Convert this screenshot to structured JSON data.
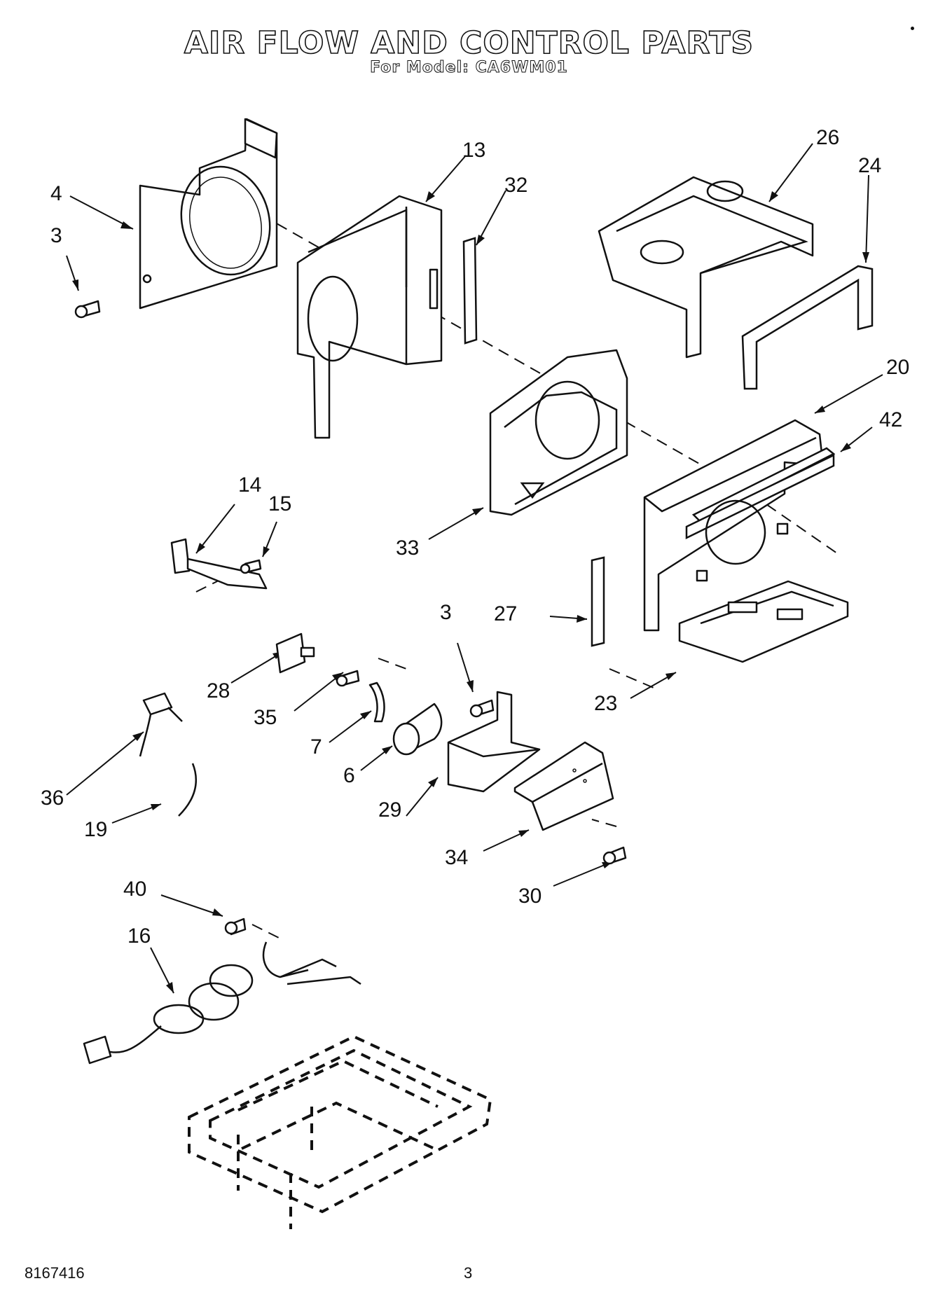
{
  "header": {
    "title": "AIR FLOW AND CONTROL PARTS",
    "subtitle": "For Model: CA6WM01"
  },
  "footer": {
    "document_number": "8167416",
    "page_number": "3"
  },
  "callouts": {
    "c4": "4",
    "c3a": "3",
    "c13": "13",
    "c32": "32",
    "c26": "26",
    "c24": "24",
    "c20": "20",
    "c42": "42",
    "c33": "33",
    "c14": "14",
    "c15": "15",
    "c27": "27",
    "c3b": "3",
    "c28": "28",
    "c35": "35",
    "c23": "23",
    "c7": "7",
    "c6": "6",
    "c36": "36",
    "c29": "29",
    "c19": "19",
    "c34": "34",
    "c30": "30",
    "c40": "40",
    "c16": "16"
  }
}
